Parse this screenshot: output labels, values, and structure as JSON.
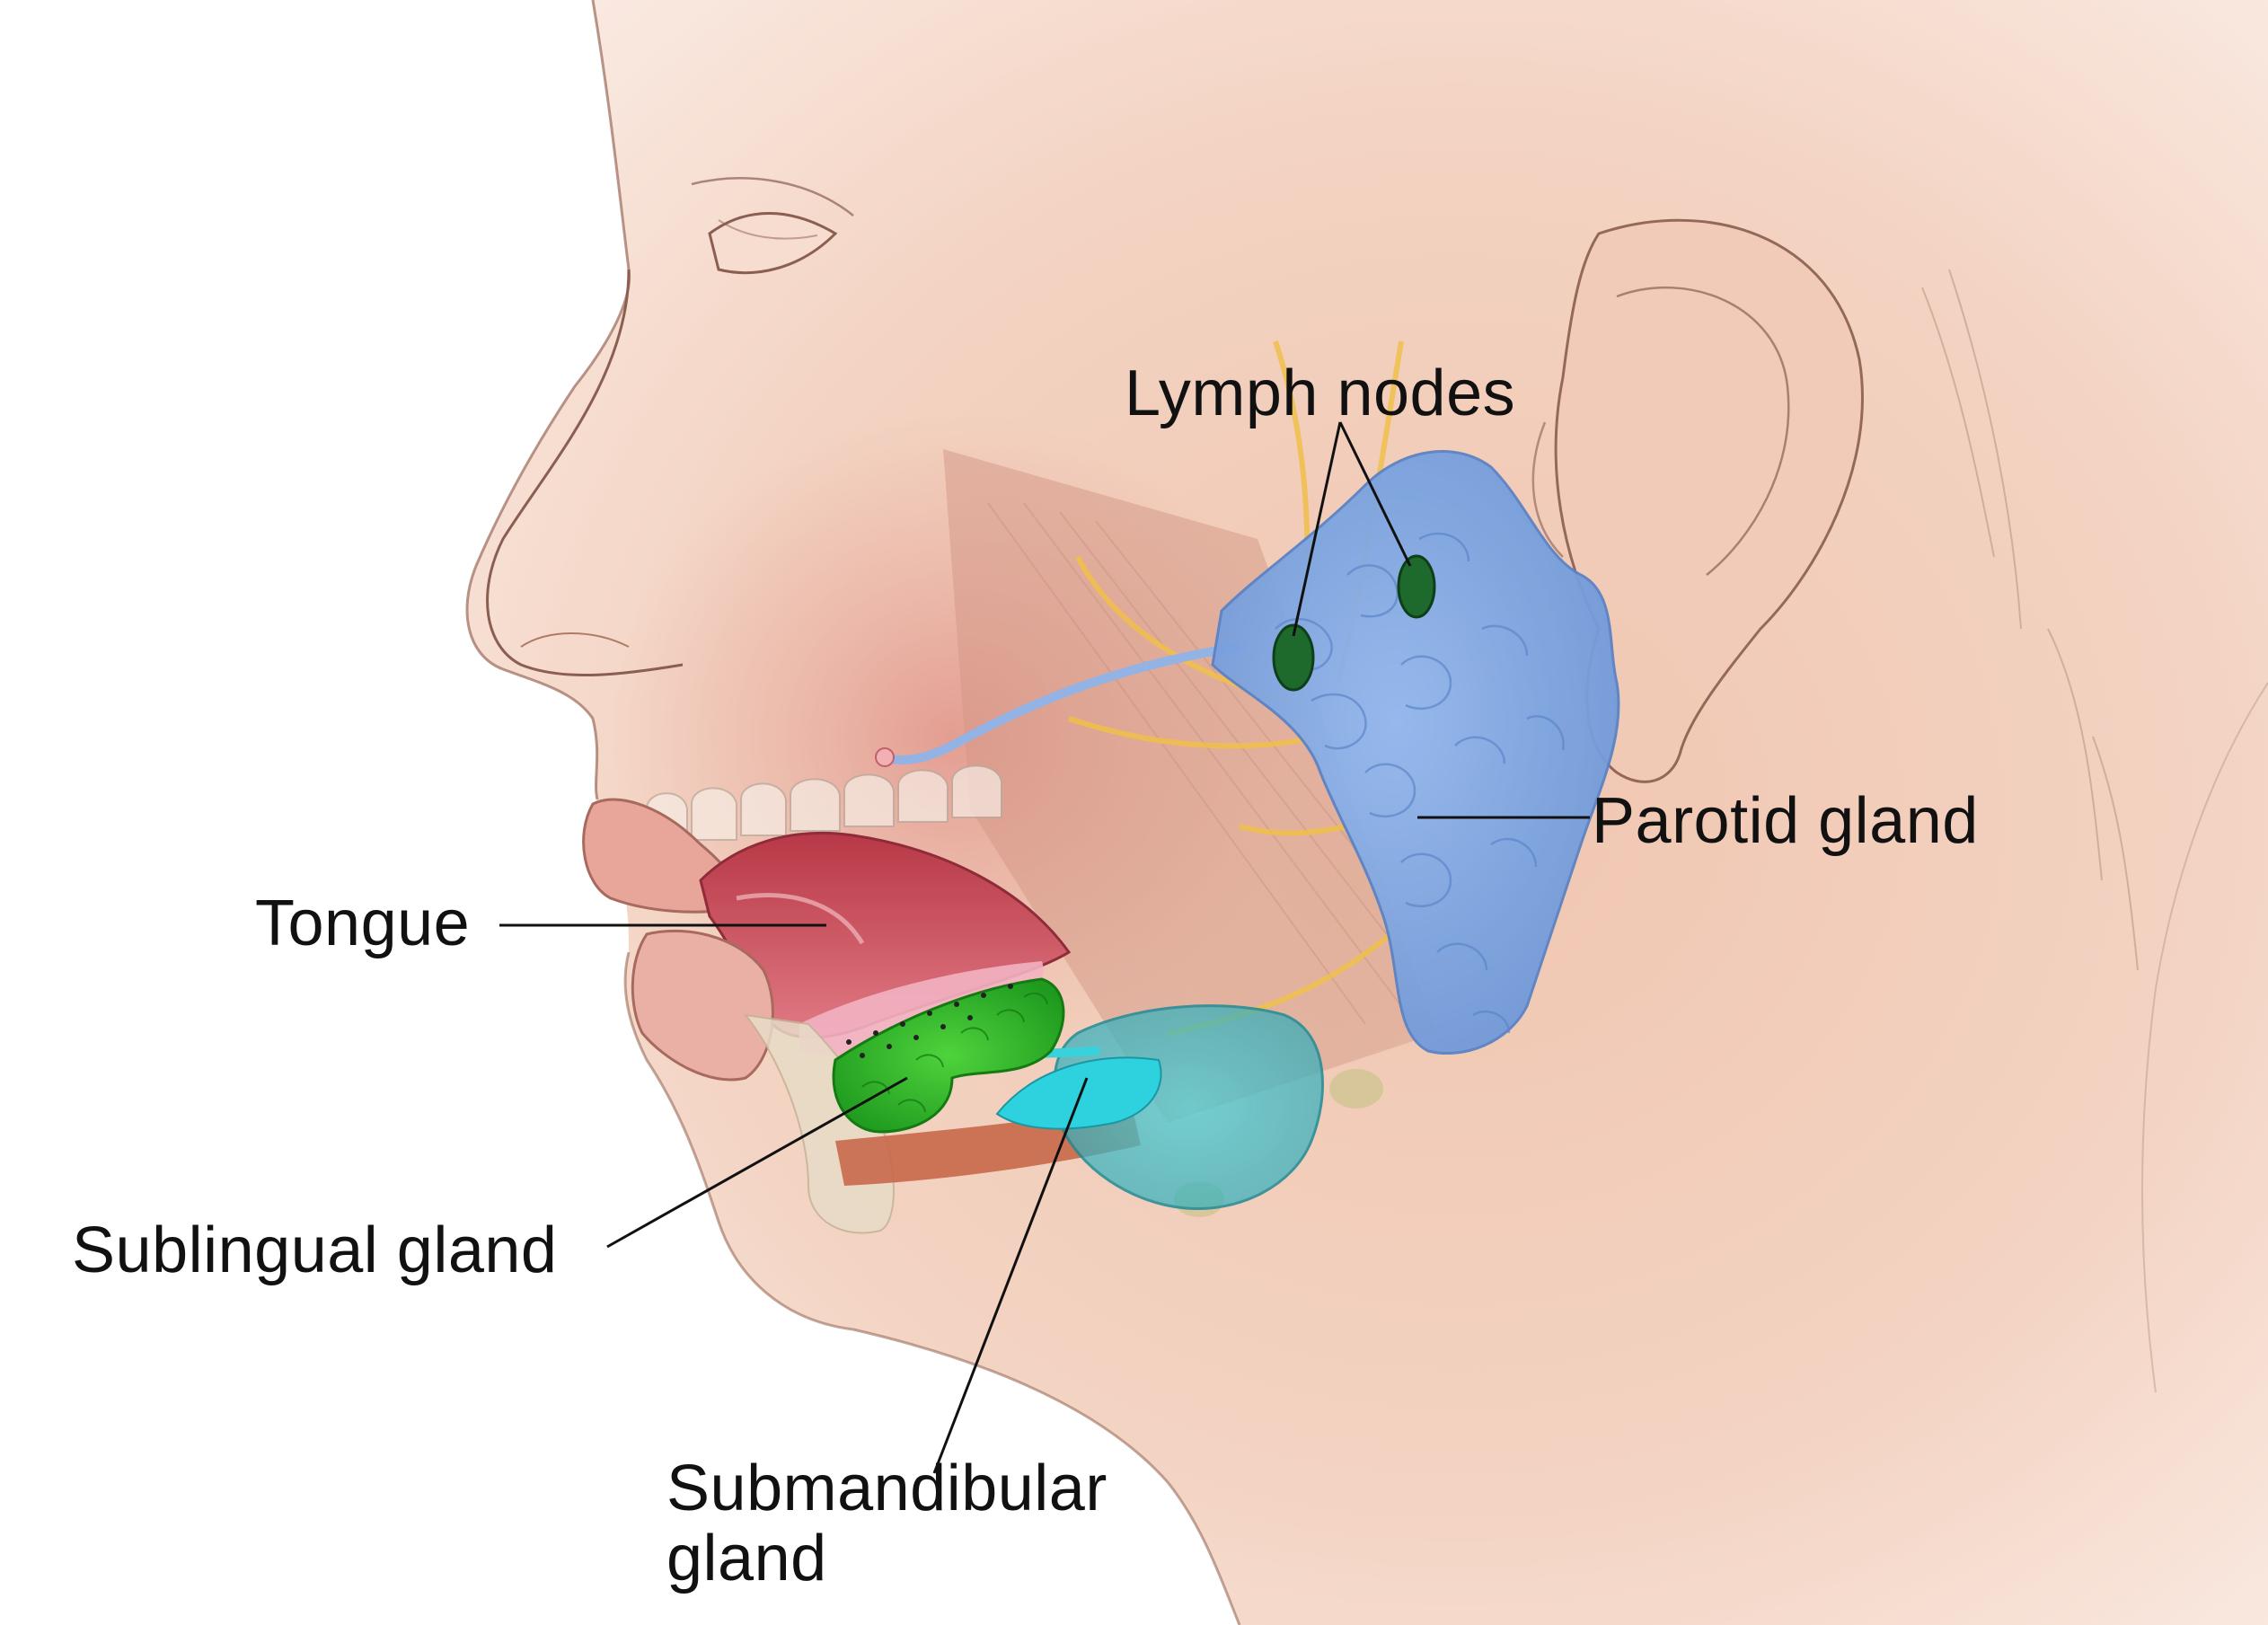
{
  "labels": {
    "lymph_nodes": "Lymph nodes",
    "parotid_gland": "Parotid gland",
    "tongue": "Tongue",
    "sublingual_gland": "Sublingual gland",
    "submandibular_line1": "Submandibular",
    "submandibular_line2": "gland"
  },
  "colors": {
    "skin": "#f2cdb8",
    "parotid": "#7ea8e6",
    "sublingual": "#2fb52a",
    "submandibular": "#2cc4cf",
    "lymph_node": "#1d6a2c",
    "tongue": "#c8545c",
    "nerve": "#f0c04a",
    "leader_line": "#111111"
  }
}
